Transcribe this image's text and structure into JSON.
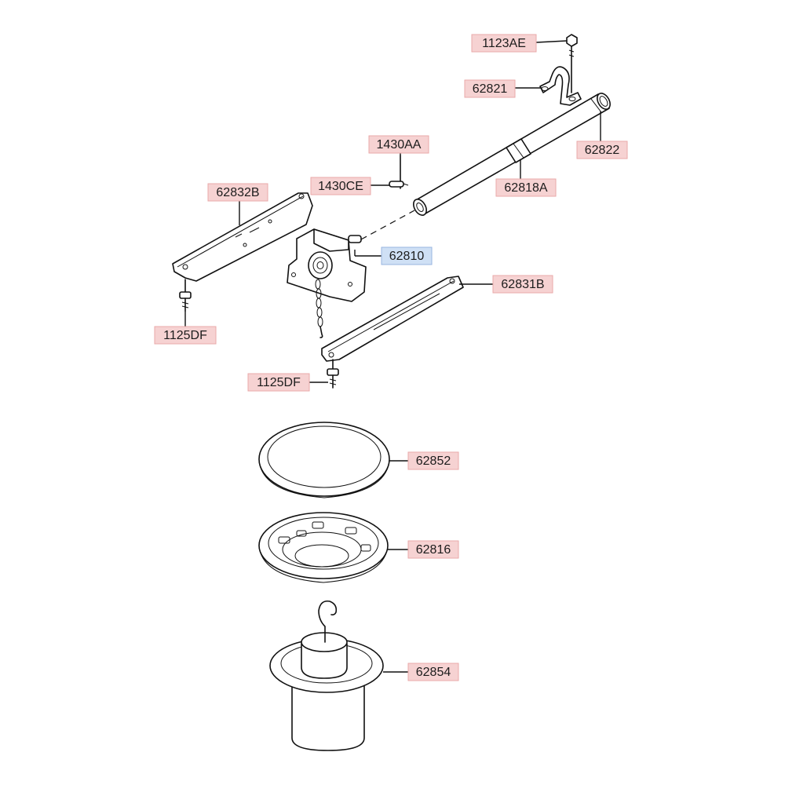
{
  "colors": {
    "label_fill": "#f6d2d2",
    "label_selected_fill": "#cfe0f5",
    "line": "#111111"
  },
  "selected_part": "62810",
  "parts": {
    "p1123AE": "1123AE",
    "p62821": "62821",
    "p62822": "62822",
    "p1430AA": "1430AA",
    "p1430CE": "1430CE",
    "p62818A": "62818A",
    "p62832B": "62832B",
    "p62810": "62810",
    "p62831B": "62831B",
    "p1125DF_left": "1125DF",
    "p1125DF_lower": "1125DF",
    "p62852": "62852",
    "p62816": "62816",
    "p62854": "62854"
  }
}
